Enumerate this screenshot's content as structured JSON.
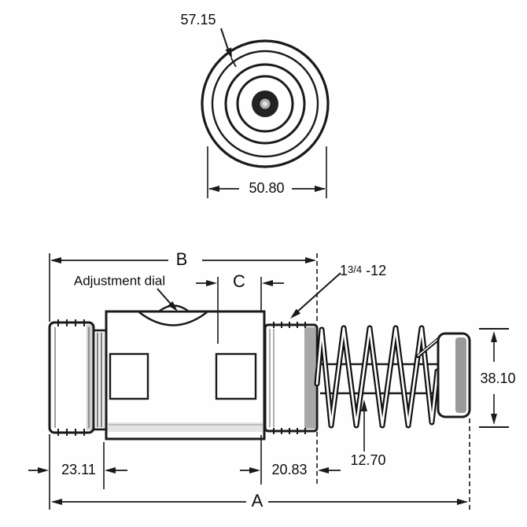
{
  "drawing_type": "technical-dimension-drawing",
  "front_view": {
    "outer_diameter": "57.15",
    "flange_diameter": "50.80"
  },
  "side_view": {
    "overall_length_label": "A",
    "body_length_label": "B",
    "dial_section_label": "C",
    "adjustment_dial_label": "Adjustment dial",
    "thread_prefix": "1",
    "thread_fraction": "3/4",
    "thread_suffix": " -12",
    "rear_cap_length": "23.11",
    "thread_length": "20.83",
    "coil_wire_diameter": "12.70",
    "spring_outer_diameter": "38.10"
  },
  "colors": {
    "line": "#1a1a1a",
    "shade_dark": "#9a9a9a",
    "shade_light": "#d9d9d9"
  }
}
